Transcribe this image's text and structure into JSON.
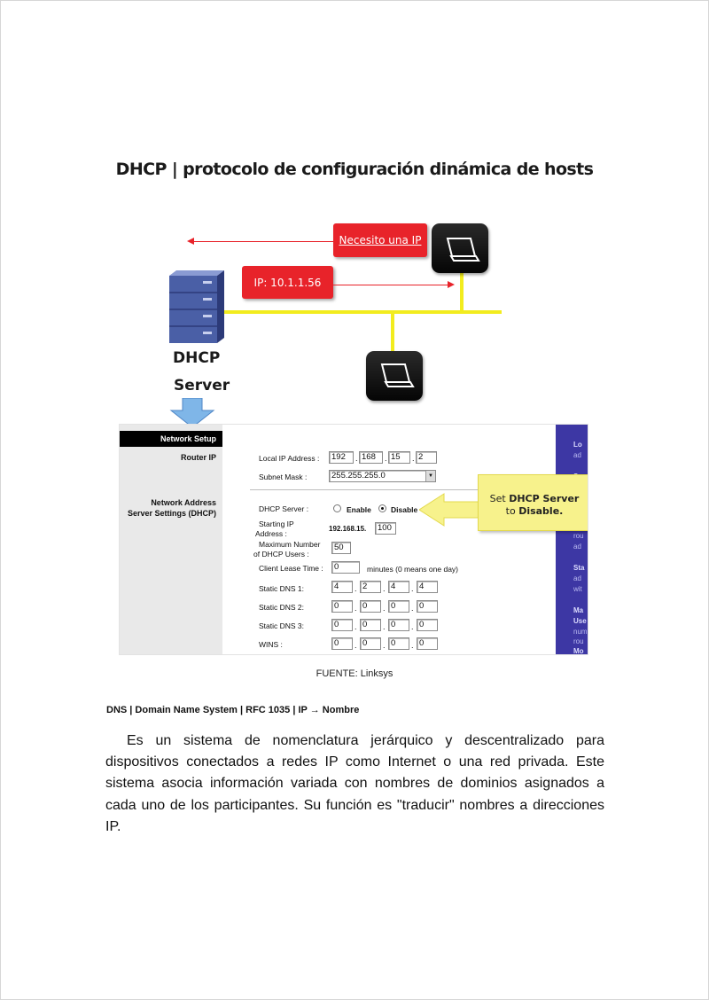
{
  "diagram": {
    "title": "DHCP | protocolo de configuración dinámica de hosts",
    "request_callout": "Necesito una IP",
    "reply_callout": "IP: 10.1.1.56",
    "server_label_line1": "DHCP",
    "server_label_line2": "Server",
    "colors": {
      "callout": "#e8232a",
      "bus": "#f2ec1e",
      "server": "#4a5fa6"
    }
  },
  "router_panel": {
    "header": "Network Setup",
    "section_router_ip": "Router IP",
    "section_dhcp_line1": "Network Address",
    "section_dhcp_line2": "Server Settings (DHCP)",
    "local_ip_label": "Local IP Address :",
    "local_ip": [
      "192",
      "168",
      "15",
      "2"
    ],
    "subnet_label": "Subnet Mask :",
    "subnet_value": "255.255.255.0",
    "dhcp_server_label": "DHCP Server :",
    "enable_label": "Enable",
    "disable_label": "Disable",
    "starting_ip_label_line1": "Starting IP",
    "starting_ip_label_line2": "Address :",
    "starting_ip_prefix": "192.168.15.",
    "starting_ip_value": "100",
    "max_users_label_line1": "Maximum Number",
    "max_users_label_line2": "of  DHCP Users :",
    "max_users_value": "50",
    "lease_label": "Client Lease Time :",
    "lease_value": "0",
    "lease_note": "minutes (0 means one day)",
    "dns1_label": "Static DNS 1:",
    "dns1": [
      "4",
      "2",
      "4",
      "4"
    ],
    "dns2_label": "Static DNS 2:",
    "dns2": [
      "0",
      "0",
      "0",
      "0"
    ],
    "dns3_label": "Static DNS 3:",
    "dns3": [
      "0",
      "0",
      "0",
      "0"
    ],
    "wins_label": "WINS :",
    "wins": [
      "0",
      "0",
      "0",
      "0"
    ],
    "note_line1_plain": "Set ",
    "note_line1_bold": "DHCP Server",
    "note_line2_plain": "to ",
    "note_line2_bold": "Disable.",
    "sidebar": [
      "Lo",
      "ad",
      "Su",
      "rou",
      "ad",
      "Sta",
      "ad",
      "wit",
      "Ma",
      "Use",
      "num",
      "rou",
      "Mo"
    ],
    "colors": {
      "sidebar": "#3d37a4",
      "note": "#f7f28c"
    }
  },
  "source": "FUENTE: Linksys",
  "dns_section": {
    "heading": "DNS | Domain Name System | RFC 1035 | IP → Nombre",
    "paragraph": "Es un sistema de nomenclatura jerárquico y descentralizado para dispositivos conectados a redes IP como Internet o una red privada. Este sistema asocia información variada con nombres de dominios asignados a cada uno de los participantes. Su función es \"traducir\" nombres a direcciones IP."
  }
}
